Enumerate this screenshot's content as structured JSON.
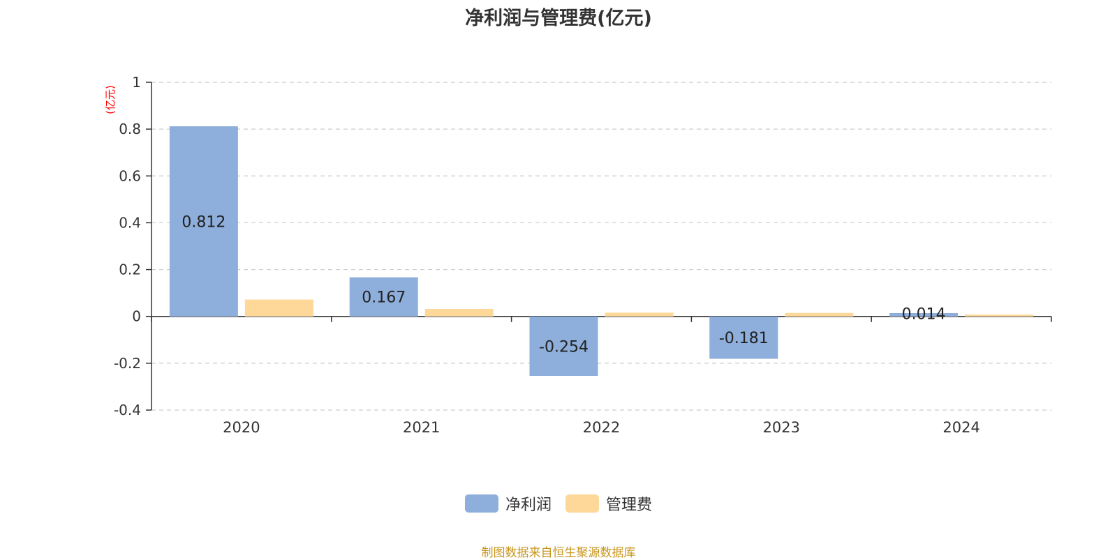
{
  "title": "净利润与管理费(亿元)",
  "colors": {
    "net_profit": "#8eaedb",
    "admin_expense": "#fdd898",
    "source": "#c8961e",
    "unit": "#ff0000"
  },
  "chart_data": {
    "type": "bar",
    "categories": [
      "2020",
      "2021",
      "2022",
      "2023",
      "2024"
    ],
    "series": [
      {
        "name": "净利润",
        "values": [
          0.812,
          0.167,
          -0.254,
          -0.181,
          0.014
        ],
        "labels": [
          "0.812",
          "0.167",
          "-0.254",
          "-0.181",
          "0.014"
        ]
      },
      {
        "name": "管理费",
        "values": [
          0.072,
          0.032,
          0.016,
          0.015,
          0.008
        ]
      }
    ],
    "y_unit": "(亿元)",
    "ylim": [
      -0.4,
      1
    ],
    "yticks": [
      1,
      0.8,
      0.6,
      0.4,
      0.2,
      0,
      -0.2,
      -0.4
    ],
    "grid": true,
    "legend_position": "bottom"
  },
  "source": "制图数据来自恒生聚源数据库"
}
